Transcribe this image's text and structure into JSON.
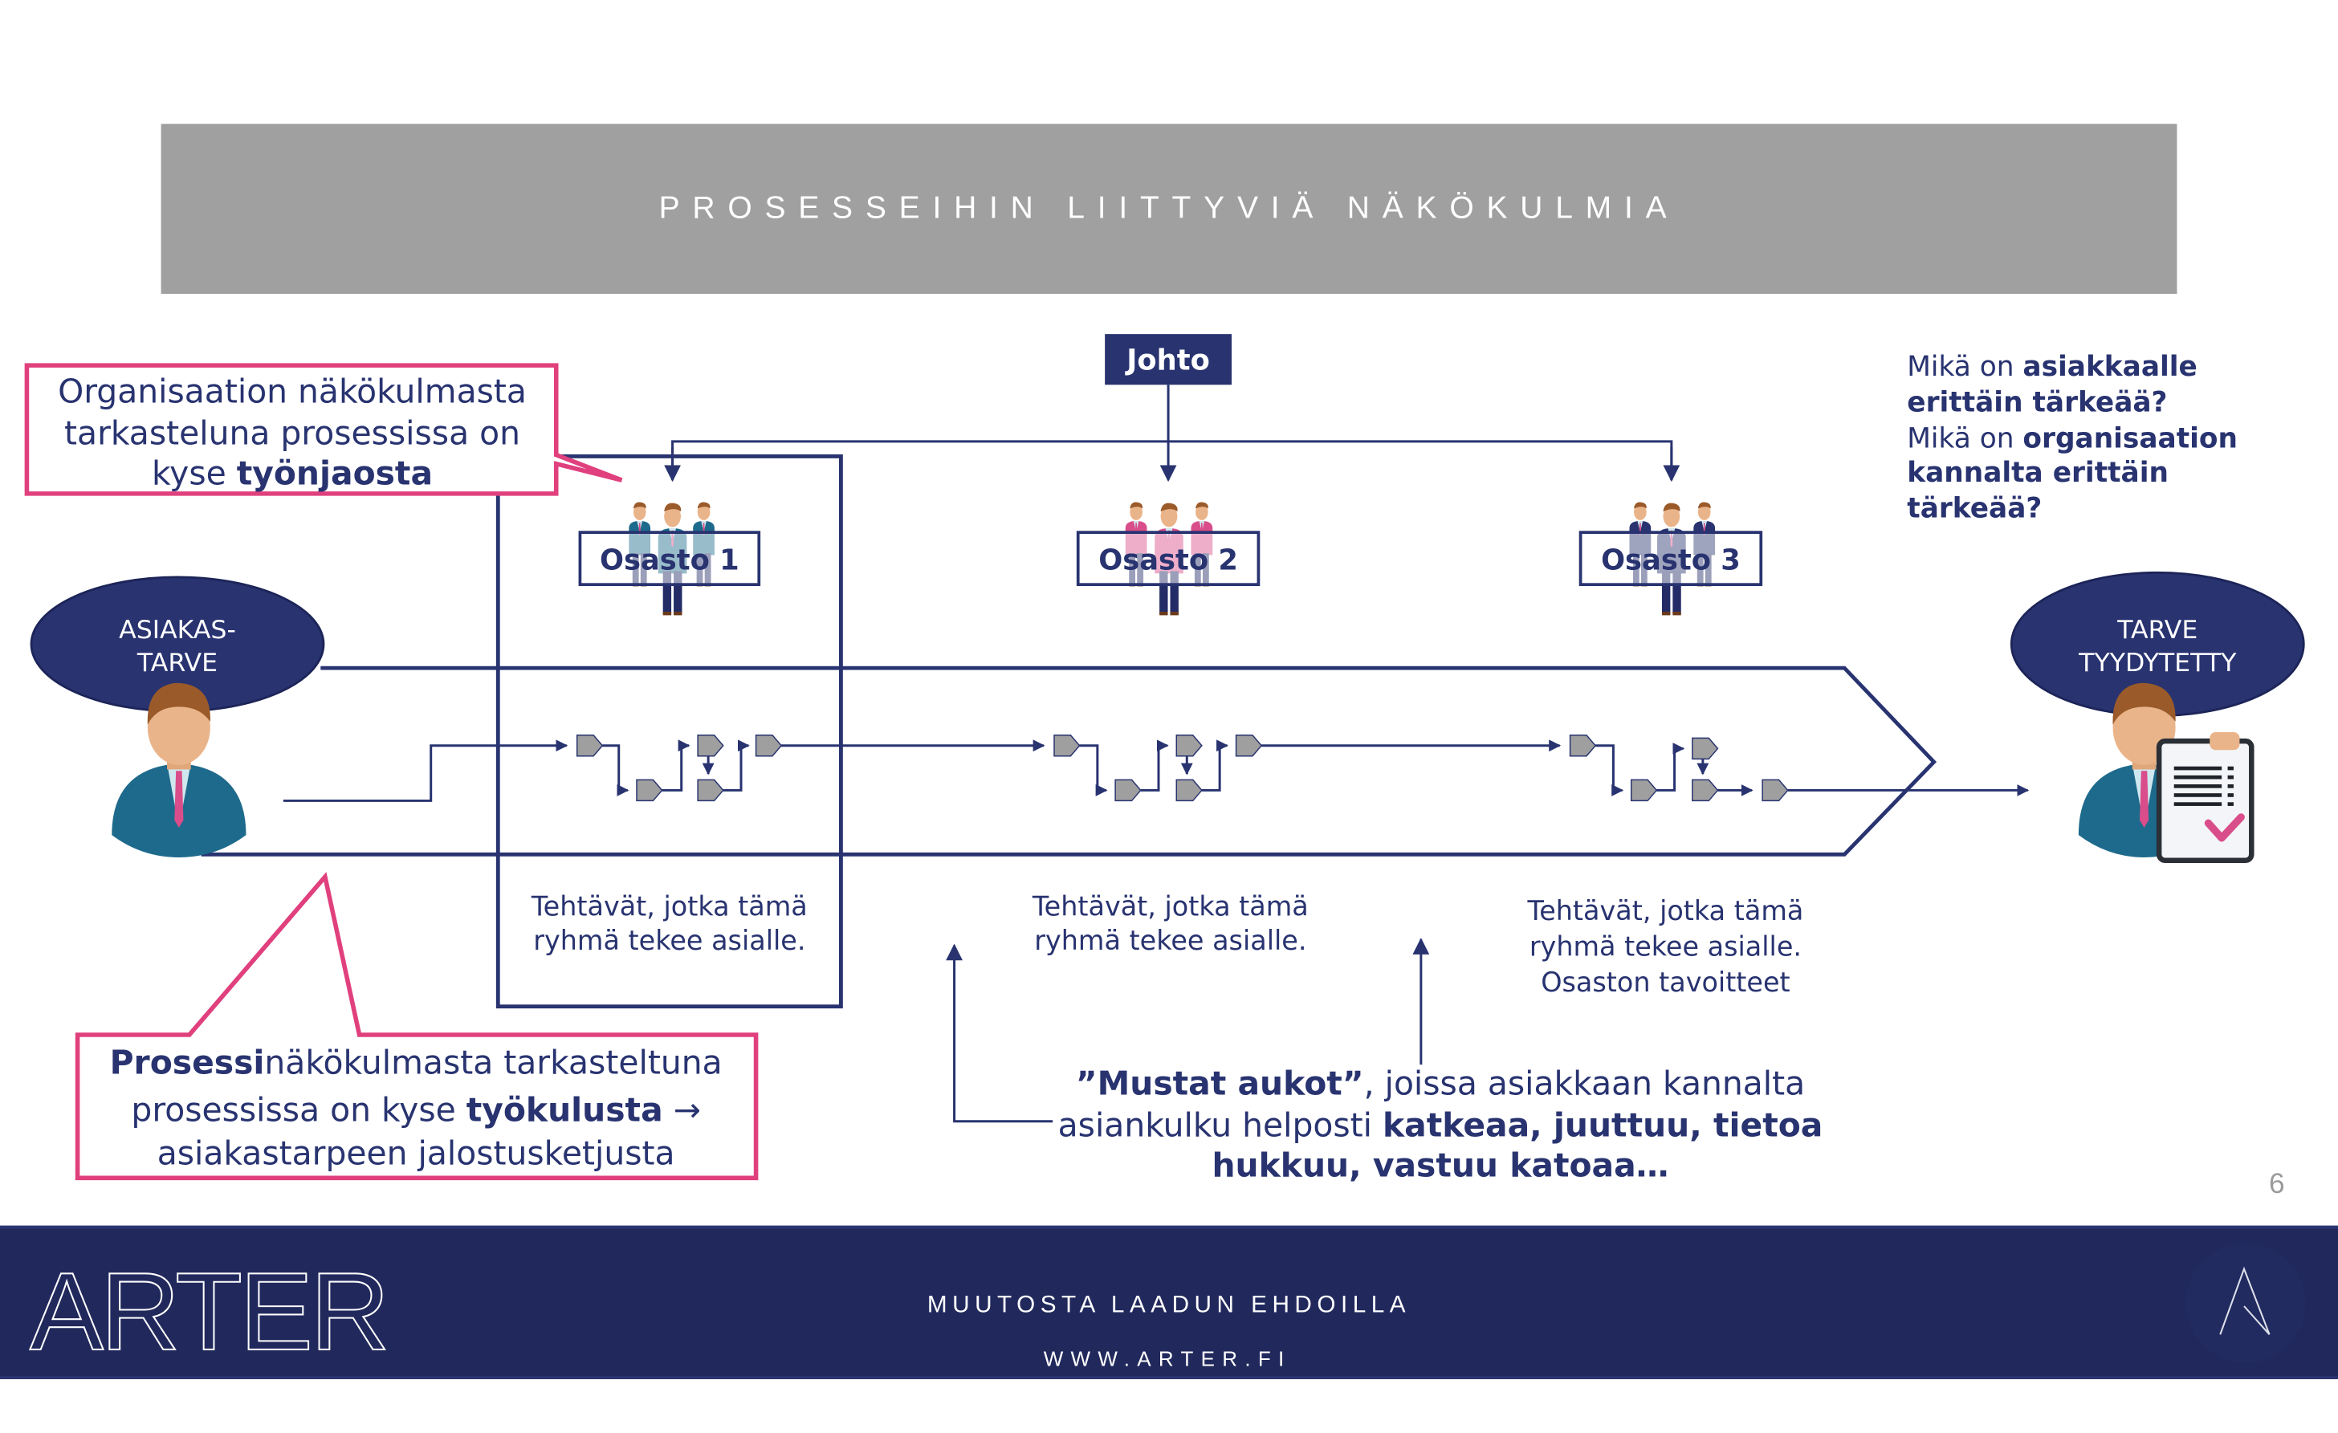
{
  "slide": {
    "title": "PROSESSEIHIN LIITTYVIÄ NÄKÖKULMIA",
    "page_number": "6"
  },
  "org": {
    "management_label": "Johto",
    "departments": [
      {
        "label": "Osasto 1",
        "shirt_color": "#1e6a8c",
        "tasks": [
          "Tehtävät, jotka tämä",
          "ryhmä tekee asialle."
        ]
      },
      {
        "label": "Osasto 2",
        "shirt_color": "#d94d8a",
        "tasks": [
          "Tehtävät, jotka tämä",
          "ryhmä tekee asialle."
        ]
      },
      {
        "label": "Osasto 3",
        "shirt_color": "#283370",
        "tasks": [
          "Tehtävät, jotka tämä",
          "ryhmä tekee asialle.",
          "Osaston tavoitteet"
        ]
      }
    ]
  },
  "customer": {
    "start_label": [
      "ASIAKAS-",
      "TARVE"
    ],
    "end_label": [
      "TARVE",
      "TYYDYTETTY"
    ]
  },
  "callouts": {
    "organisation": {
      "line1": "Organisaation näkökulmasta",
      "line2": "tarkasteluna prosessissa on",
      "line3_regular": "kyse ",
      "line3_bold": "työnjaosta"
    },
    "process": {
      "line1_bold": "Prosessi",
      "line1_regular": "näkökulmasta tarkasteltuna",
      "line2_regular": "prosessissa on kyse ",
      "line2_bold": "työkulusta",
      "line2_arrow": " →",
      "line3": "asiakastarpeen jalostusketjusta"
    }
  },
  "questions": {
    "q1_regular": "Mikä on ",
    "q1_bold_a": "asiakkaalle",
    "q1_bold_b": "erittäin tärkeää?",
    "q2_regular": "Mikä on ",
    "q2_bold_a": "organisaation",
    "q2_bold_b": "kannalta erittäin",
    "q2_bold_c": "tärkeää?"
  },
  "black_holes": {
    "line1_bold": "”Mustat aukot”",
    "line1_regular": ", joissa asiakkaan kannalta",
    "line2_regular": "asiankulku helposti ",
    "line2_bold": "katkeaa, juuttuu, tietoa",
    "line3_bold": "hukkuu, vastuu katoaa…"
  },
  "footer": {
    "tagline": "MUUTOSTA LAADUN EHDOILLA",
    "url": "WWW.ARTER.FI",
    "logo_text": "ARTER"
  },
  "colors": {
    "navy": "#283370",
    "footer_bg": "#21295c",
    "title_bar": "#a0a0a0",
    "callout_border": "#e0407d",
    "step_fill": "#9f9f9f"
  }
}
